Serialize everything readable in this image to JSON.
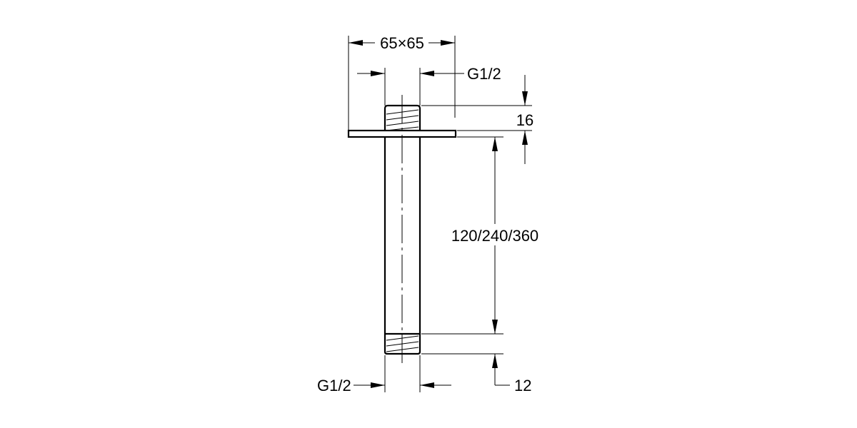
{
  "drawing": {
    "dimensions": {
      "flange_size": "65×65",
      "top_thread": "G1/2",
      "top_thread_length": "16",
      "arm_length": "120/240/360",
      "bottom_thread": "G1/2",
      "bottom_thread_length": "12"
    },
    "line_color": "#000000",
    "background": "#ffffff"
  }
}
